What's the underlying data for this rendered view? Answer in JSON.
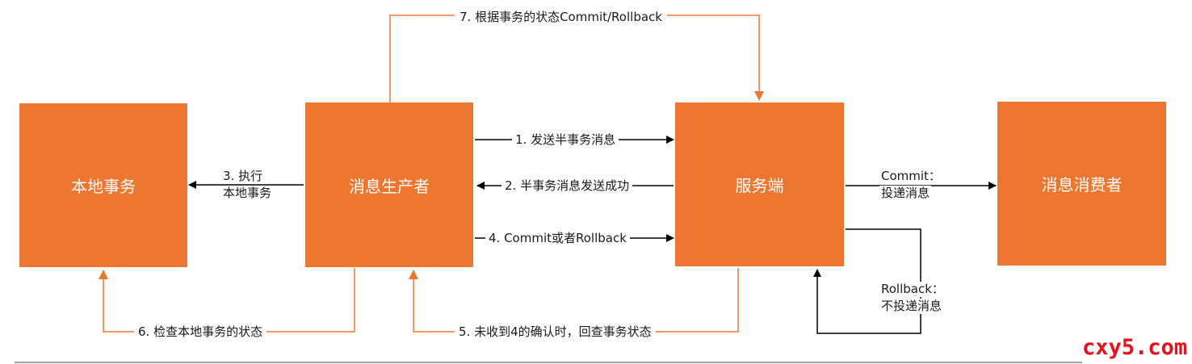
{
  "colors": {
    "box": "#ed7731",
    "orange_arrow": "#ed7731",
    "black_arrow": "#000000",
    "watermark": "#e8101a"
  },
  "nodes": {
    "local_tx": "本地事务",
    "producer": "消息生产者",
    "server": "服务端",
    "consumer": "消息消费者"
  },
  "edges": {
    "e1": "1. 发送半事务消息",
    "e2": "2. 半事务消息发送成功",
    "e3_line1": "3. 执行",
    "e3_line2": "本地事务",
    "e4": "4. Commit或者Rollback",
    "e5": "5. 未收到4的确认时，回查事务状态",
    "e6": "6. 检查本地事务的状态",
    "e7": "7. 根据事务的状态Commit/Rollback",
    "commit_line1": "Commit：",
    "commit_line2": "投递消息",
    "rollback_line1": "Rollback：",
    "rollback_line2": "不投递消息"
  },
  "watermark": "cxy5.com"
}
